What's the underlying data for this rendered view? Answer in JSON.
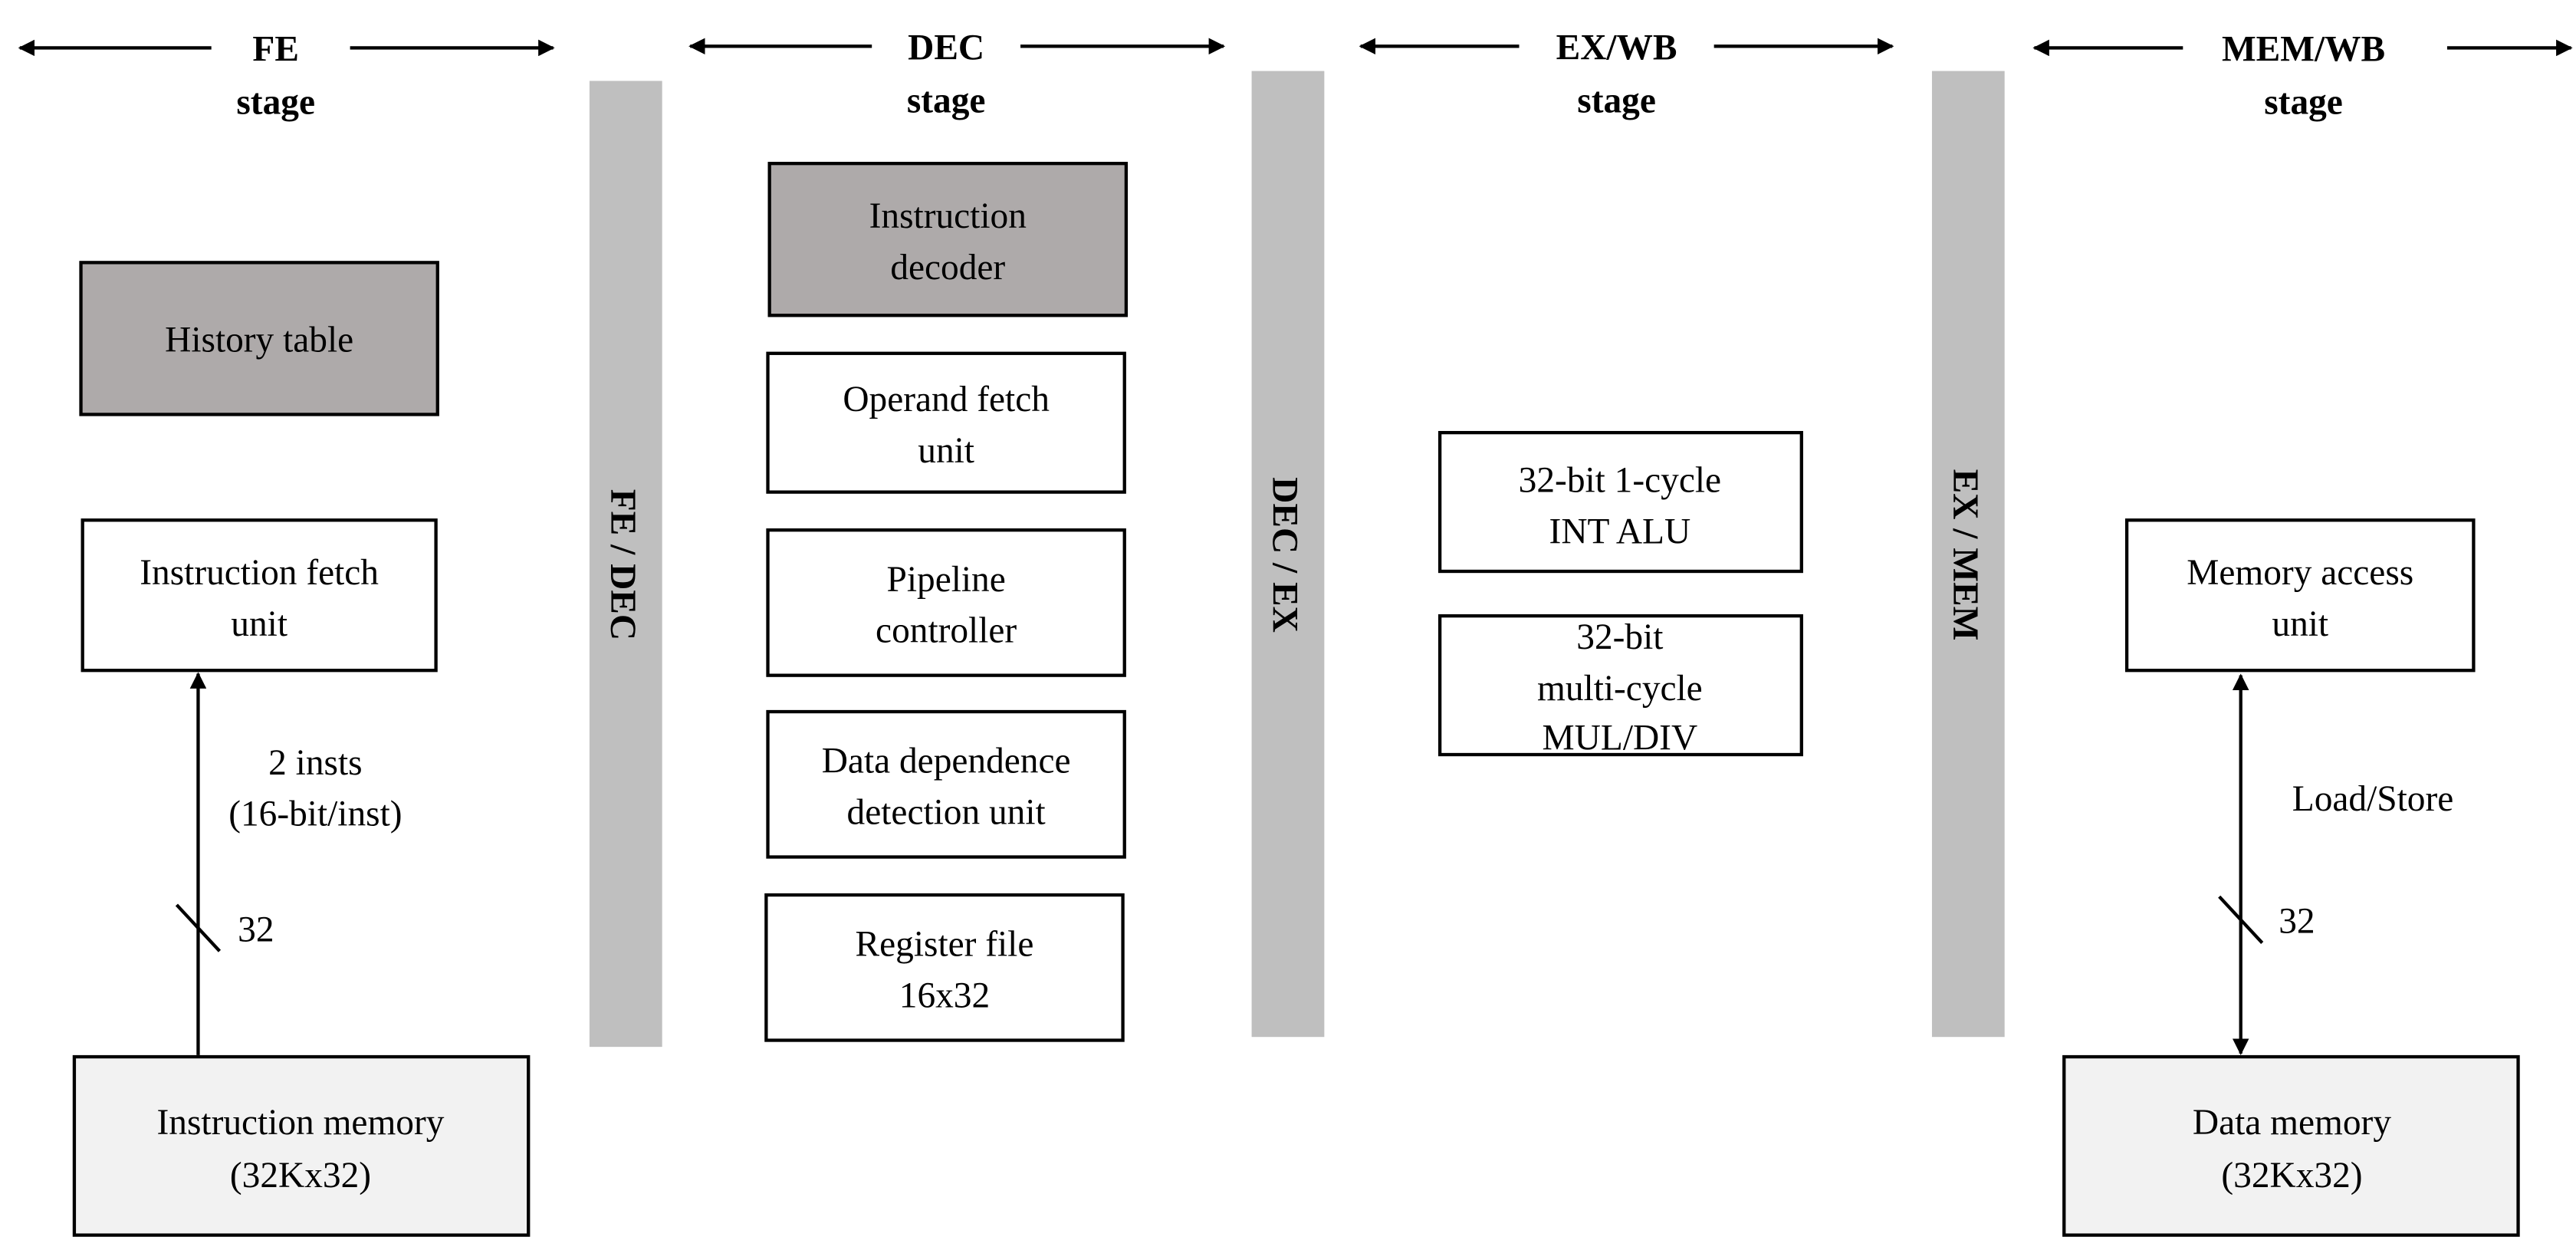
{
  "stages": {
    "fe": {
      "line1": "FE",
      "line2": "stage"
    },
    "dec": {
      "line1": "DEC",
      "line2": "stage"
    },
    "exwb": {
      "line1": "EX/WB",
      "line2": "stage"
    },
    "memwb": {
      "line1": "MEM/WB",
      "line2": "stage"
    }
  },
  "pipeline_registers": {
    "fe_dec": "FE / DEC",
    "dec_ex": "DEC / EX",
    "ex_mem": "EX / MEM"
  },
  "blocks": {
    "history_table": {
      "line1": "History table"
    },
    "instruction_fetch": {
      "line1": "Instruction fetch",
      "line2": "unit"
    },
    "instruction_memory": {
      "line1": "Instruction memory",
      "line2": "(32Kx32)"
    },
    "instruction_decoder": {
      "line1": "Instruction",
      "line2": "decoder"
    },
    "operand_fetch": {
      "line1": "Operand fetch",
      "line2": "unit"
    },
    "pipeline_controller": {
      "line1": "Pipeline",
      "line2": "controller"
    },
    "data_dependence": {
      "line1": "Data dependence",
      "line2": "detection unit"
    },
    "register_file": {
      "line1": "Register file",
      "line2": "16x32"
    },
    "int_alu": {
      "line1": "32-bit 1-cycle",
      "line2": "INT ALU"
    },
    "mul_div": {
      "line1": "32-bit",
      "line2": "multi-cycle",
      "line3": "MUL/DIV"
    },
    "memory_access": {
      "line1": "Memory access",
      "line2": "unit"
    },
    "data_memory": {
      "line1": "Data memory",
      "line2": "(32Kx32)"
    }
  },
  "annotations": {
    "fetch_line1": "2 insts",
    "fetch_line2": "(16-bit/inst)",
    "fetch_width": "32",
    "mem_op": "Load/Store",
    "mem_width": "32"
  },
  "colors": {
    "dark_block": "#aeaaaa",
    "memory_block": "#f2f2f2",
    "pipeline_register": "#bfbfbf"
  }
}
